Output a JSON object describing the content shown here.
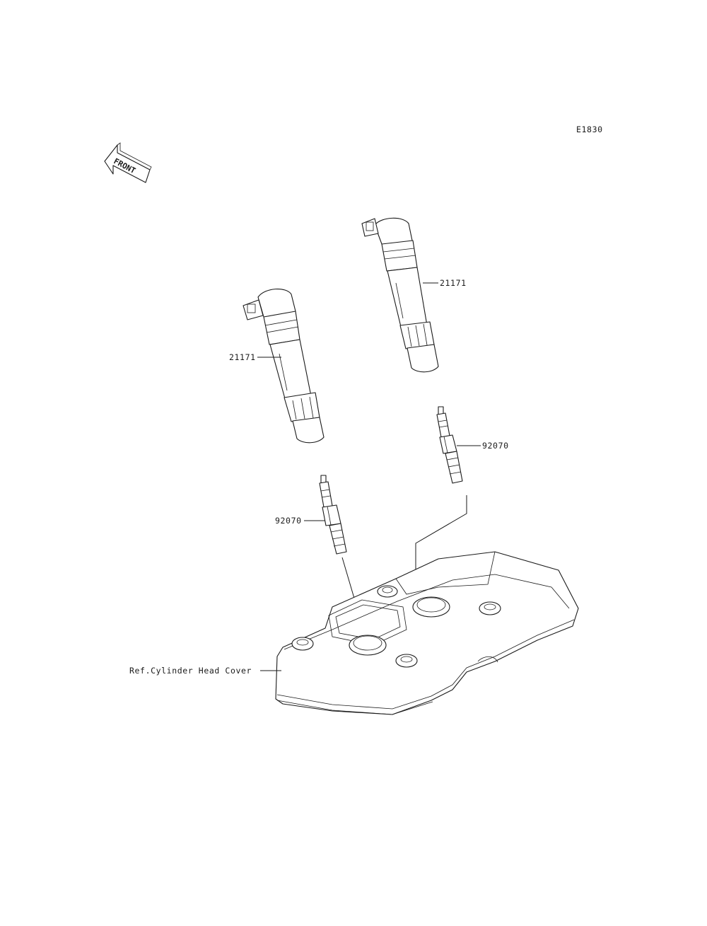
{
  "diagram": {
    "code": "E1830",
    "orientation_label": "FRONT",
    "callouts": {
      "coil_right": "21171",
      "coil_left": "21171",
      "plug_right": "92070",
      "plug_left": "92070",
      "head_cover": "Ref.Cylinder Head Cover"
    },
    "icons": [
      "front-arrow-icon"
    ]
  }
}
